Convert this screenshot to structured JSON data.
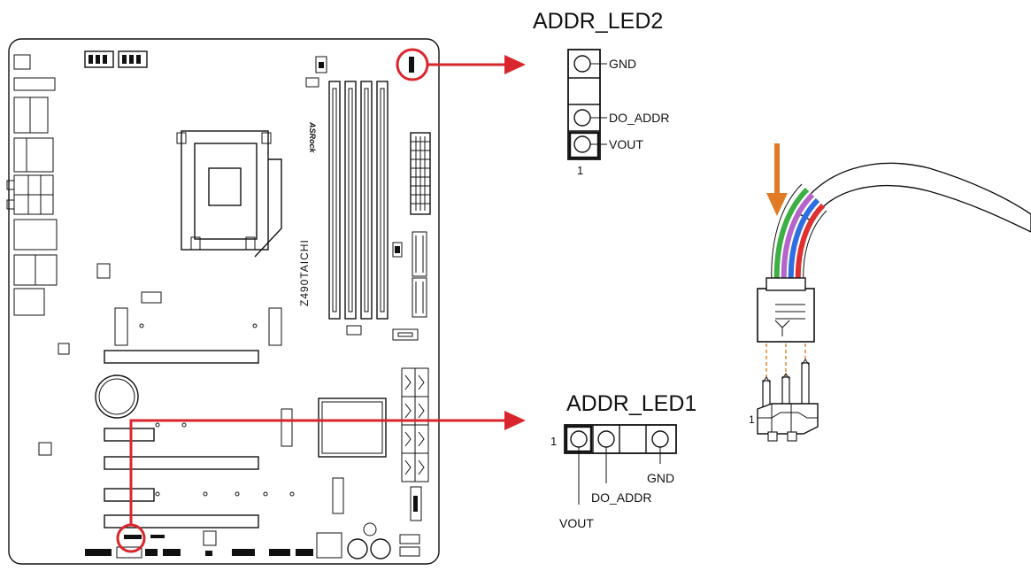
{
  "board_silkscreen": "Z490TAICHI",
  "board_logo": "ASRock",
  "headers": [
    {
      "id": "addr_led2",
      "title": "ADDR_LED2",
      "pin1_label": "1",
      "pins": [
        "GND",
        "DO_ADDR",
        "VOUT"
      ]
    },
    {
      "id": "addr_led1",
      "title": "ADDR_LED1",
      "pin1_label": "1",
      "pins": [
        "VOUT",
        "DO_ADDR",
        "GND"
      ]
    }
  ],
  "connector": {
    "pin1_label": "1",
    "wire_colors": [
      "#3cb043",
      "#b565c9",
      "#2d6fe0",
      "#e03030",
      "#ffffff"
    ],
    "arrow_color": "#e07b24"
  },
  "colors": {
    "highlight": "#d9262c",
    "outline": "#111111"
  }
}
